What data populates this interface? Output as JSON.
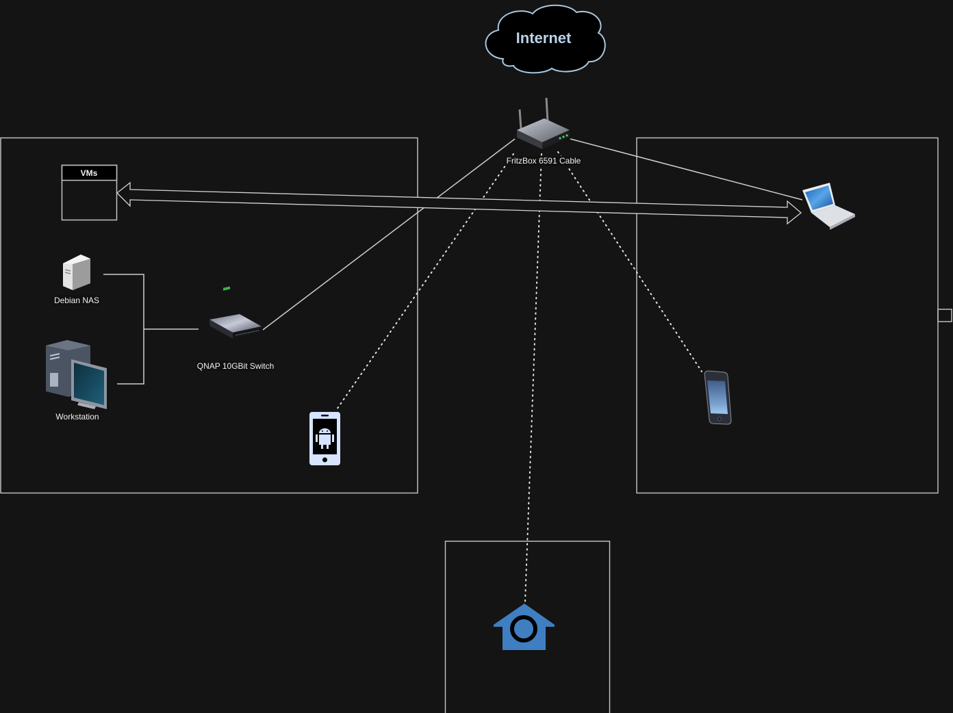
{
  "diagram": {
    "title": "Home network diagram",
    "colors": {
      "background": "#141414",
      "stroke": "#d0d0d0",
      "cloud_stroke": "#a9c7e0",
      "cloud_text": "#b9d3ea",
      "android_icon": "#d6e4ff",
      "camera_icon": "#3f7fc1"
    },
    "cloud": {
      "label": "Internet"
    },
    "router": {
      "label": "FritzBox 6591 Cable"
    },
    "switch": {
      "label": "QNAP 10GBit Switch"
    },
    "nas": {
      "label": "Debian NAS"
    },
    "workstation": {
      "label": "Workstation"
    },
    "vms": {
      "label": "VMs"
    },
    "nodes": [
      {
        "id": "internet",
        "type": "cloud"
      },
      {
        "id": "router",
        "type": "router"
      },
      {
        "id": "switch",
        "type": "network-switch"
      },
      {
        "id": "nas",
        "type": "server"
      },
      {
        "id": "workstation",
        "type": "workstation"
      },
      {
        "id": "vms",
        "type": "container"
      },
      {
        "id": "android",
        "type": "android-phone"
      },
      {
        "id": "laptop",
        "type": "laptop"
      },
      {
        "id": "iphone",
        "type": "smartphone"
      },
      {
        "id": "camera",
        "type": "home-camera"
      }
    ],
    "edges": [
      {
        "from": "router",
        "to": "switch",
        "style": "solid"
      },
      {
        "from": "router",
        "to": "laptop",
        "style": "solid"
      },
      {
        "from": "router",
        "to": "android",
        "style": "dotted"
      },
      {
        "from": "router",
        "to": "camera",
        "style": "dotted"
      },
      {
        "from": "router",
        "to": "iphone",
        "style": "dotted"
      },
      {
        "from": "switch",
        "to": "nas",
        "style": "solid"
      },
      {
        "from": "switch",
        "to": "workstation",
        "style": "solid"
      },
      {
        "from": "vms",
        "to": "laptop",
        "style": "double-arrow"
      }
    ]
  }
}
